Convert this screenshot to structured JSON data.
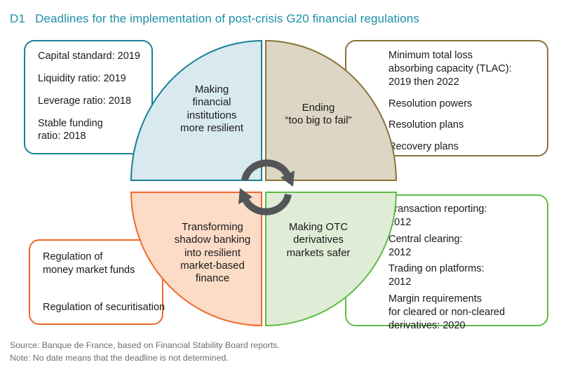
{
  "header": {
    "tag": "D1",
    "title": "Deadlines for the implementation of post-crisis G20 financial regulations",
    "accent": "#1c8fa8"
  },
  "quadrants": {
    "top_left": {
      "label": "Making\nfinancial\ninstitutions\nmore resilient",
      "border_color": "#1a7f96",
      "fill_color": "#d8e9f0"
    },
    "top_right": {
      "label": "Ending\n“too big to fail”",
      "border_color": "#8a7338",
      "fill_color": "#ddd6c4"
    },
    "bottom_left": {
      "label": "Transforming\nshadow banking\ninto resilient\nmarket-based\nfinance",
      "border_color": "#f2662b",
      "fill_color": "#fcdcc6"
    },
    "bottom_right": {
      "label": "Making OTC\nderivatives\nmarkets safer",
      "border_color": "#5fbb46",
      "fill_color": "#dfecd6"
    }
  },
  "callouts": {
    "top_left": {
      "border_color": "#1a7f96",
      "items": [
        "Capital standard: 2019",
        "Liquidity ratio: 2019",
        "Leverage ratio: 2018",
        "Stable funding\nratio: 2018"
      ]
    },
    "top_right": {
      "border_color": "#8a7338",
      "items": [
        "Minimum total loss\nabsorbing capacity (TLAC):\n2019 then 2022",
        "Resolution powers",
        "Resolution plans",
        "Recovery plans"
      ]
    },
    "bottom_left": {
      "border_color": "#f2662b",
      "items": [
        "Regulation of\nmoney market funds",
        "Regulation of securitisation"
      ]
    },
    "bottom_right": {
      "border_color": "#5fbb46",
      "items": [
        "Transaction reporting:\n2012",
        "Central clearing:\n2012",
        "Trading on platforms:\n2012",
        "Margin requirements\nfor cleared or non-cleared\nderivatives: 2020"
      ]
    }
  },
  "center_arrow": {
    "icon": "cycle-arrow-icon",
    "color": "#545558"
  },
  "footnotes": {
    "source": "Source: Banque de France, based on Financial Stability Board reports.",
    "note": "Note: No date means that the deadline is not determined."
  }
}
